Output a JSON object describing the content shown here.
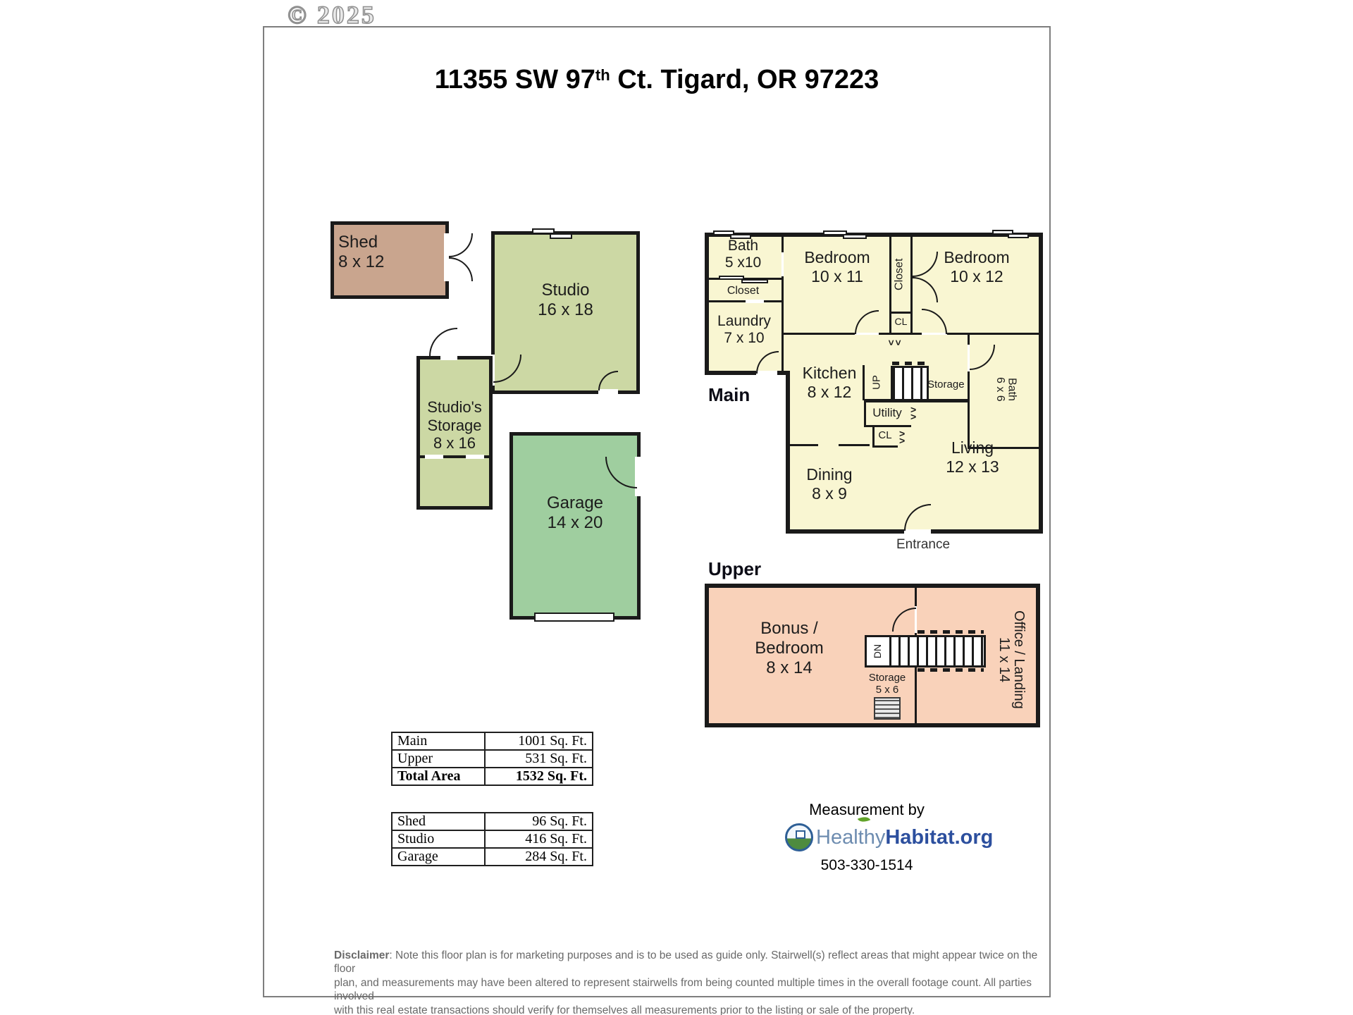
{
  "watermark": "© 2025",
  "title": {
    "prefix": "11355 SW 97",
    "sup": "th",
    "suffix": " Ct. Tigard, OR 97223"
  },
  "colors": {
    "main_fill": "#f9f6d2",
    "upper_fill": "#f9d2ba",
    "studio_fill": "#ccd8a4",
    "garage_fill": "#9fce9f",
    "shed_fill": "#c9a58e",
    "wall": "#1a1a1a"
  },
  "outbuildings": {
    "shed": {
      "name": "Shed",
      "dims": "8 x 12"
    },
    "studio": {
      "name": "Studio",
      "dims": "16 x 18"
    },
    "storage": {
      "line1": "Studio's",
      "line2": "Storage",
      "dims": "8 x 16"
    },
    "garage": {
      "name": "Garage",
      "dims": "14 x 20"
    }
  },
  "main": {
    "label": "Main",
    "bath": {
      "name": "Bath",
      "dims": "5 x10"
    },
    "closet1": "Closet",
    "laundry": {
      "name": "Laundry",
      "dims": "7 x 10"
    },
    "bedroom1": {
      "name": "Bedroom",
      "dims": "10 x 11"
    },
    "closet2": "Closet",
    "cl1": "CL",
    "bedroom2": {
      "name": "Bedroom",
      "dims": "10 x 12"
    },
    "bath2": {
      "name": "Bath",
      "dims": "6 x 6"
    },
    "kitchen": {
      "name": "Kitchen",
      "dims": "8 x 12"
    },
    "up": "UP",
    "storage": "Storage",
    "utility": "Utility",
    "cl2": "CL",
    "living": {
      "name": "Living",
      "dims": "12 x 13"
    },
    "dining": {
      "name": "Dining",
      "dims": "8 x 9"
    },
    "entrance": "Entrance"
  },
  "upper": {
    "label": "Upper",
    "bonus": {
      "line1": "Bonus /",
      "line2": "Bedroom",
      "dims": "8 x 14"
    },
    "dn": "DN",
    "storage": {
      "name": "Storage",
      "dims": "5 x 6"
    },
    "office": {
      "line1": "Office / Landing",
      "line2": "11 x 14"
    }
  },
  "tables": {
    "area": {
      "rows": [
        {
          "label": "Main",
          "value": "1001 Sq. Ft."
        },
        {
          "label": "Upper",
          "value": "531 Sq. Ft."
        },
        {
          "label": "Total Area",
          "value": "1532 Sq. Ft."
        }
      ]
    },
    "out": {
      "rows": [
        {
          "label": "Shed",
          "value": "96 Sq. Ft."
        },
        {
          "label": "Studio",
          "value": "416 Sq. Ft."
        },
        {
          "label": "Garage",
          "value": "284 Sq. Ft."
        }
      ]
    }
  },
  "measurement": {
    "caption": "Measurement by",
    "brand1": "Healthy",
    "brand2": "Habitat",
    "brand3": ".org",
    "phone": "503-330-1514"
  },
  "disclaimer": {
    "label": "Disclaimer",
    "line1": ": Note this floor plan is for marketing purposes and is to be used as guide only.  Stairwell(s) reflect areas that might appear twice on the floor",
    "line2": "plan, and measurements may have been altered to represent stairwells from being counted multiple times in the overall footage count.  All parties involved",
    "line3": "with this real estate transactions should verify for themselves all measurements prior to the listing or sale of the property."
  }
}
